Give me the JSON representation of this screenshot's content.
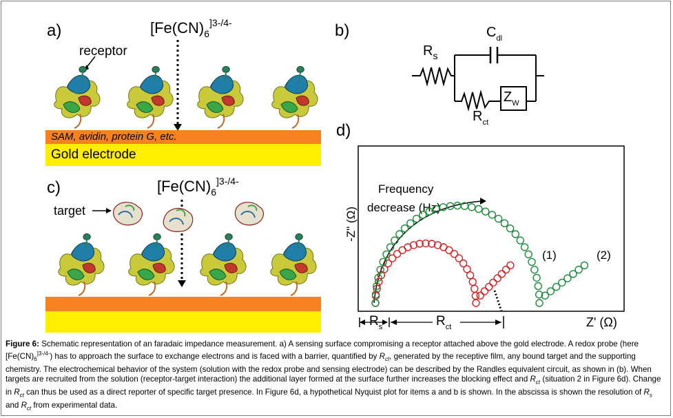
{
  "figure": {
    "panel_a": {
      "label": "a)",
      "probe_base": "[Fe(CN)",
      "probe_sub": "6",
      "probe_sup": "]3-/4-",
      "receptor_label": "receptor",
      "layer_text": "SAM, avidin, protein G, etc.",
      "electrode_text": "Gold electrode"
    },
    "panel_b": {
      "label": "b)",
      "rs_main": "R",
      "rs_sub": "s",
      "cdl_main": "C",
      "cdl_sub": "dl",
      "rct_main": "R",
      "rct_sub": "ct",
      "zw_main": "Z",
      "zw_sub": "W"
    },
    "panel_c": {
      "label": "c)",
      "probe_base": "[Fe(CN)",
      "probe_sub": "6",
      "probe_sup": "]3-/4-",
      "target_label": "target"
    },
    "panel_d": {
      "label": "d)",
      "ylabel": "-Z\" (Ω)",
      "xlabel": "Z' (Ω)",
      "arrow_text_1": "Frequency",
      "arrow_text_2": "decrease (Hz)",
      "curve1_label": "(1)",
      "curve2_label": "(2)",
      "rs_axis_main": "R",
      "rs_axis_sub": "s",
      "rct_axis_main": "R",
      "rct_axis_sub": "ct"
    },
    "colors": {
      "orange_layer": "#f5821f",
      "gold_electrode": "#ffee00",
      "curve1": "#d62020",
      "curve2": "#1a8a3a"
    }
  },
  "chart_data": {
    "type": "scatter",
    "title": "",
    "xlabel": "Z' (Ω)",
    "ylabel": "-Z\" (Ω)",
    "series": [
      {
        "name": "(1)",
        "color": "#d62020",
        "rs": 0.06,
        "rct": 0.38,
        "tail_end": 0.57,
        "peak": 0.4
      },
      {
        "name": "(2)",
        "color": "#1a8a3a",
        "rs": 0.06,
        "rct": 0.62,
        "tail_end": 0.85,
        "peak": 0.62
      }
    ],
    "xlim": [
      0,
      1
    ],
    "ylim": [
      0,
      1
    ],
    "grid": false
  },
  "caption": {
    "fig_label": "Figure 6:",
    "s1": " Schematic representation of an faradaic impedance measurement. a) A sensing surface compromising a receptor attached above the gold electrode. A redox probe (here [Fe(CN)",
    "s1_sub": "6",
    "s1_sup": "]3-/4-",
    "s2": ") has to approach the surface to exchange electrons and is faced with a barrier, quantified by ",
    "rct_main_1": "R",
    "rct_sub_1": "ct",
    "s3": ", generated by the receptive film, any bound target and the supporting chemistry. The electrochemical behavior of the system (solution with the redox probe and sensing electrode) can be described by the Randles equivalent circuit, as shown in (b). When targets are recruited from the solution (receptor-target interaction) the additional layer formed at the surface further increases the blocking effect and ",
    "rct_main_2": "R",
    "rct_sub_2": "ct",
    "s4": " (situation 2 in Figure 6d). Change in ",
    "rct_main_3": "R",
    "rct_sub_3": "ct",
    "s5": " can thus be used as a direct reporter of specific target presence. In Figure 6d, a hypothetical Nyquist plot for items a and b is shown. In the abscissa is shown the resolution of ",
    "rs_main_4": "R",
    "rs_sub_4": "s",
    "s6": " and ",
    "rct_main_4": "R",
    "rct_sub_4": "ct",
    "s7": " from experimental data."
  }
}
